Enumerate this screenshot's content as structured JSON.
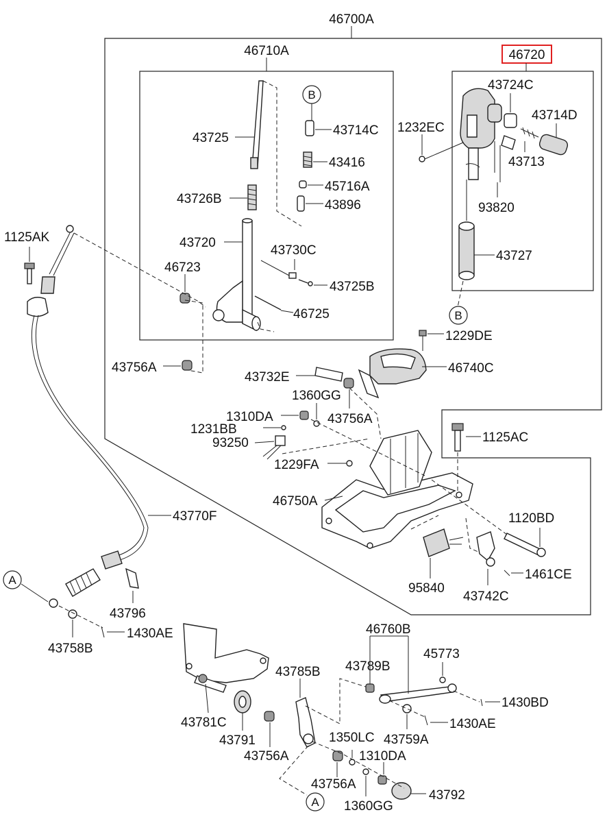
{
  "parts": {
    "p46700A": "46700A",
    "p46710A": "46710A",
    "p46720": "46720",
    "p43724C": "43724C",
    "p43714D": "43714D",
    "p1232EC": "1232EC",
    "p43713": "43713",
    "p93820": "93820",
    "p43727": "43727",
    "p43725": "43725",
    "p43714C": "43714C",
    "p43416": "43416",
    "p45716A": "45716A",
    "p43726B": "43726B",
    "p43896": "43896",
    "p1125AK": "1125AK",
    "p43720": "43720",
    "p43730C": "43730C",
    "p46723": "46723",
    "p43725B": "43725B",
    "p46725": "46725",
    "p1229DE": "1229DE",
    "p43756A_1": "43756A",
    "p46740C": "46740C",
    "p43732E": "43732E",
    "p1360GG_1": "1360GG",
    "p43756A_2": "43756A",
    "p1310DA_1": "1310DA",
    "p1231BB": "1231BB",
    "p1125AC": "1125AC",
    "p93250": "93250",
    "p1229FA": "1229FA",
    "p46750A": "46750A",
    "p43770F": "43770F",
    "p1120BD": "1120BD",
    "p95840": "95840",
    "p1461CE": "1461CE",
    "p43742C": "43742C",
    "p43796": "43796",
    "p43758B": "43758B",
    "p1430AE_1": "1430AE",
    "p46760B": "46760B",
    "p43789B": "43789B",
    "p45773": "45773",
    "p43785B": "43785B",
    "p1430BD": "1430BD",
    "p43781C": "43781C",
    "p43791": "43791",
    "p1350LC": "1350LC",
    "p1430AE_2": "1430AE",
    "p43759A": "43759A",
    "p43756A_3": "43756A",
    "p1310DA_2": "1310DA",
    "p43756A_4": "43756A",
    "p43792": "43792",
    "p1360GG_2": "1360GG"
  },
  "refs": {
    "ref_b_top": "B",
    "ref_b_mid": "B",
    "ref_a_left": "A",
    "ref_a_bottom": "A"
  },
  "colors": {
    "highlight": "#e02020",
    "line": "#222222"
  }
}
